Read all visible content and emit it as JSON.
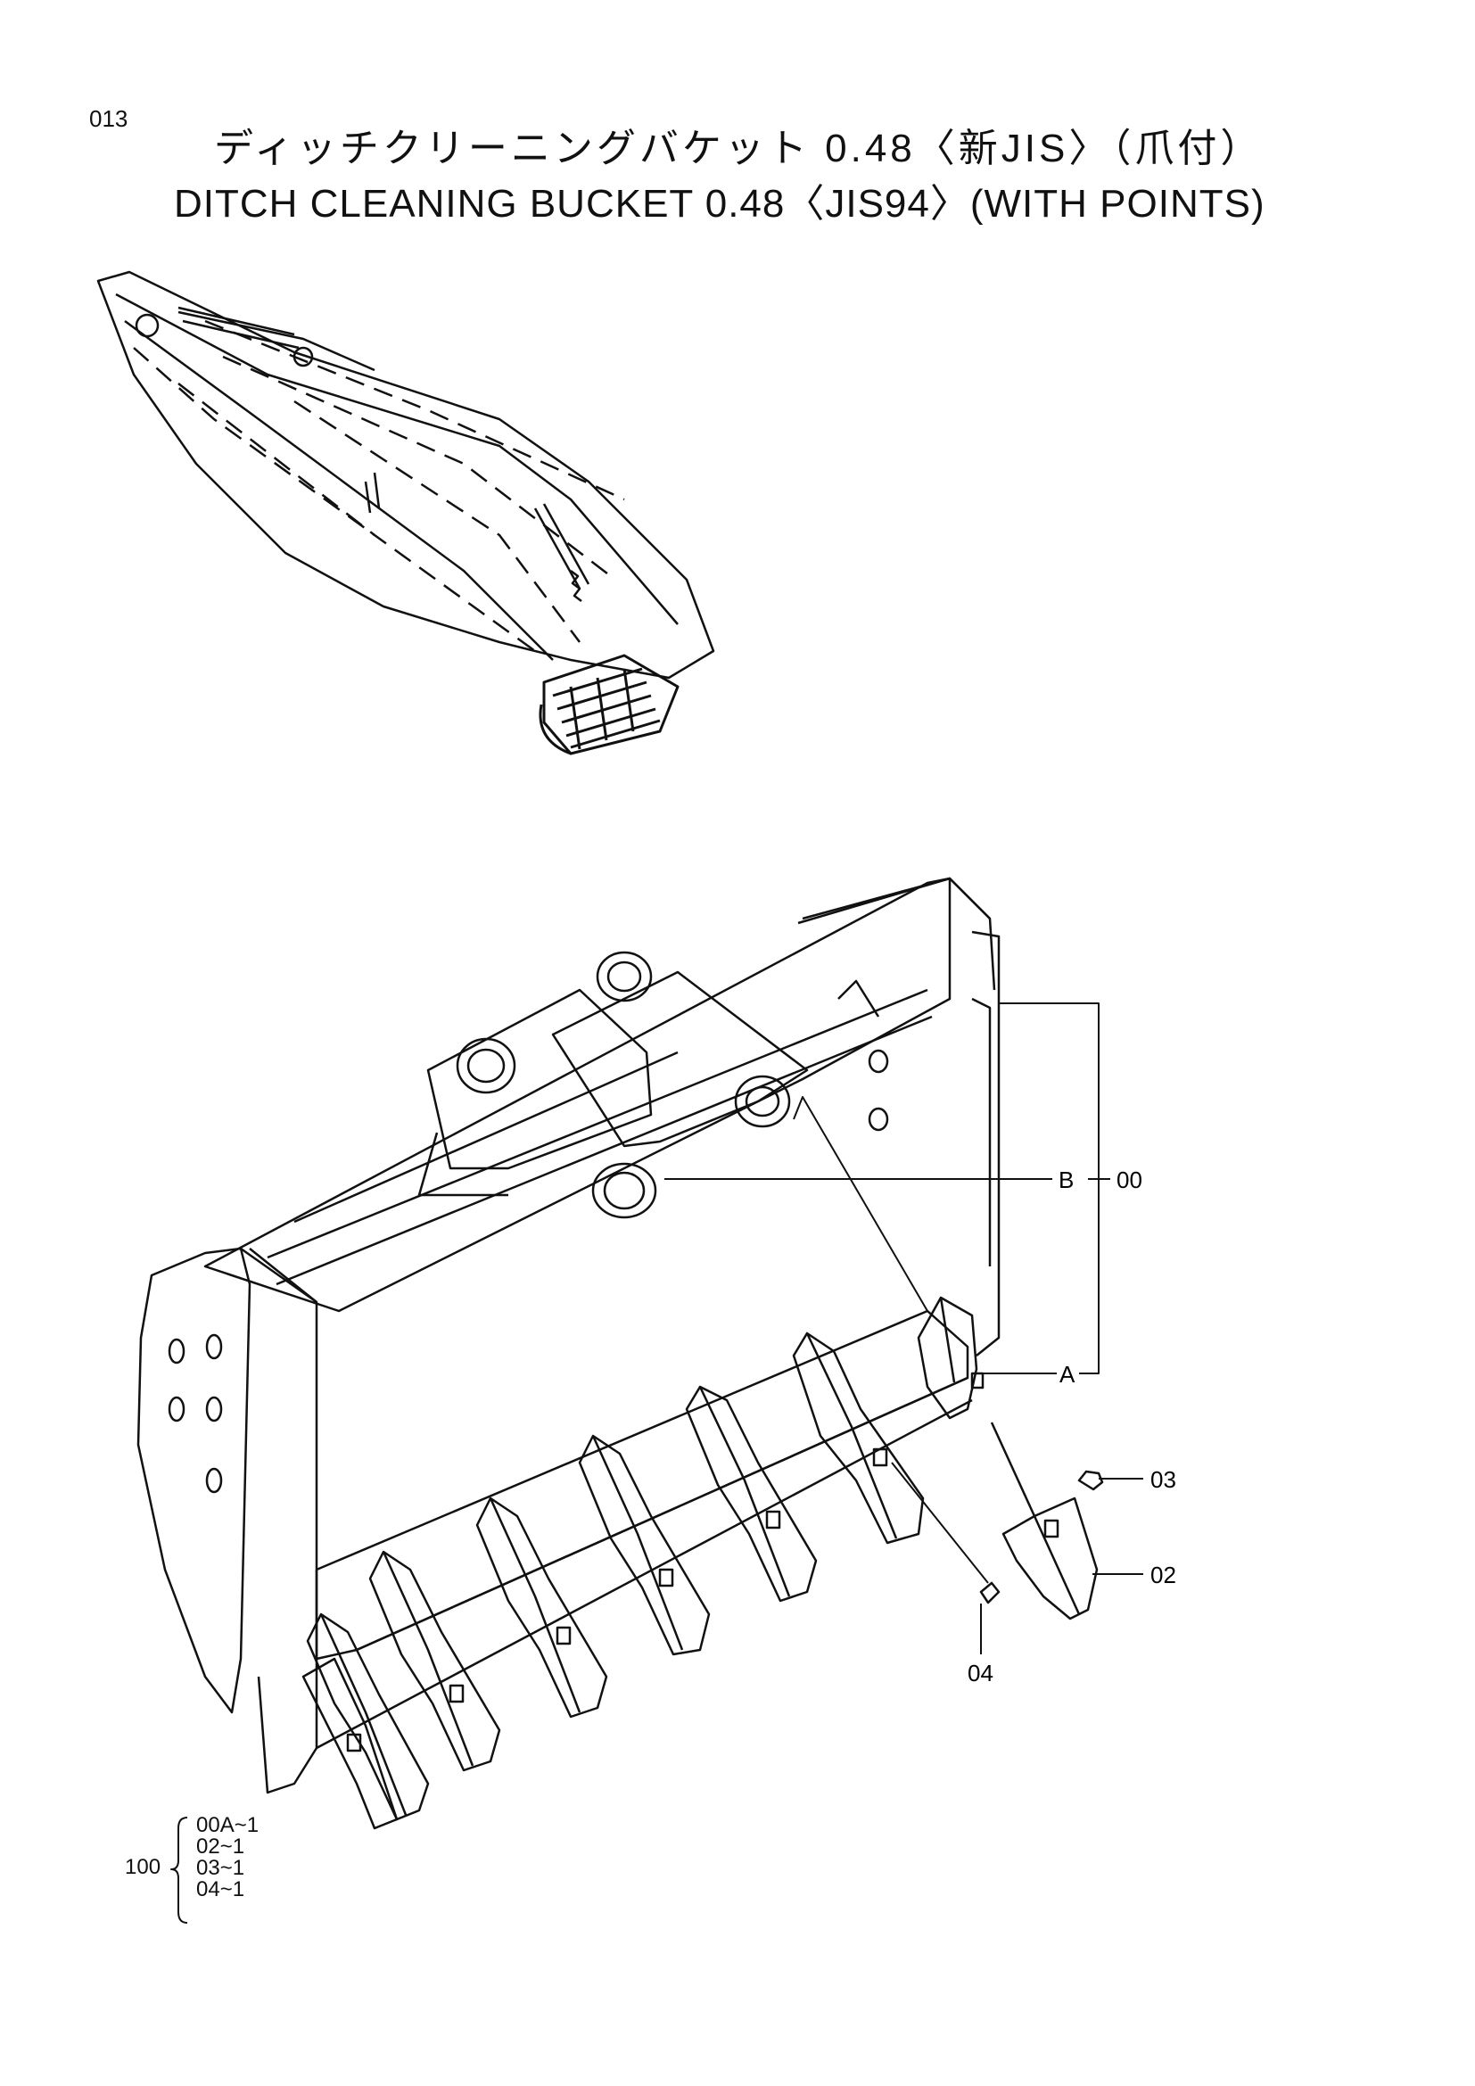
{
  "page": {
    "number": "013"
  },
  "title": {
    "japanese": "ディッチクリーニングバケット 0.48〈新JIS〉（爪付）",
    "english": "DITCH CLEANING BUCKET 0.48〈JIS94〉(WITH POINTS)"
  },
  "callouts": {
    "b_label": "B",
    "b_part": "00",
    "a_label": "A",
    "part_03": "03",
    "part_02": "02",
    "part_04": "04"
  },
  "kit": {
    "quantity_label": "100",
    "items": [
      "00A~1",
      "02~1",
      "03~1",
      "04~1"
    ]
  },
  "colors": {
    "line": "#111111",
    "background": "#ffffff"
  }
}
